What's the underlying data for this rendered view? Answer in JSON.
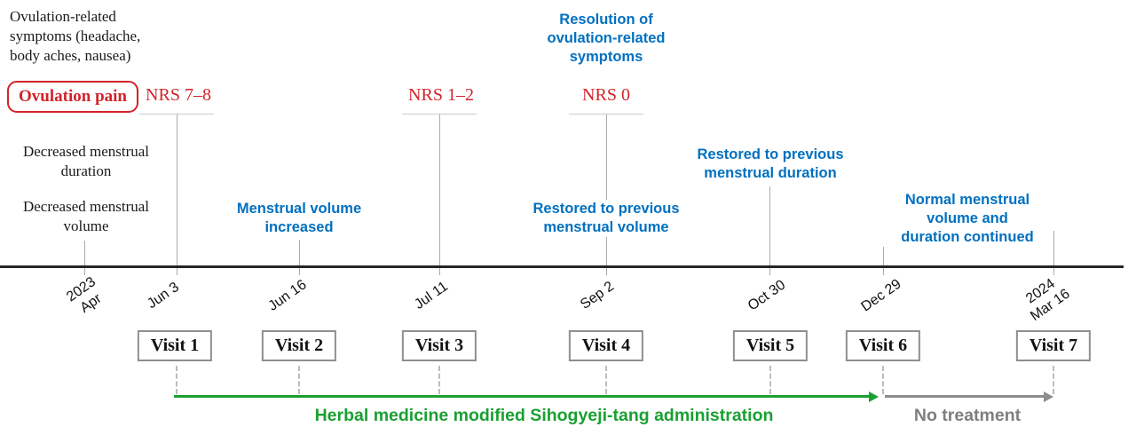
{
  "figure": {
    "title": "clinical case treatment timeline"
  },
  "colors": {
    "red": "#d2232a",
    "blue": "#0070c0",
    "green": "#1aa032",
    "gray": "#7f7f7f",
    "timeline": "#262626"
  },
  "notes": {
    "ovulation_symptoms": "Ovulation-related\nsymptoms (headache,\nbody aches, nausea)",
    "ovulation_pain": "Ovulation pain",
    "decreased_duration": "Decreased menstrual\nduration",
    "decreased_volume": "Decreased menstrual\nvolume"
  },
  "nrs": {
    "at_visit1": "NRS 7–8",
    "at_visit3": "NRS 1–2",
    "at_visit4": "NRS 0"
  },
  "outcomes": {
    "resolution": "Resolution of\novulation-related\nsymptoms",
    "volume_increased": "Menstrual volume\nincreased",
    "restored_volume": "Restored to previous\nmenstrual volume",
    "restored_duration": "Restored to previous\nmenstrual duration",
    "normal_continued": "Normal menstrual volume and\nduration continued"
  },
  "timeline": {
    "dates": [
      "2023\nApr",
      "Jun 3",
      "Jun 16",
      "Jul 11",
      "Sep 2",
      "Oct 30",
      "Dec 29",
      "2024\nMar 16"
    ],
    "visits": [
      "Visit 1",
      "Visit 2",
      "Visit 3",
      "Visit 4",
      "Visit 5",
      "Visit 6",
      "Visit 7"
    ]
  },
  "treatment": {
    "herbal_label": "Herbal medicine modified Sihogyeji-tang administration",
    "no_treatment_label": "No treatment"
  }
}
